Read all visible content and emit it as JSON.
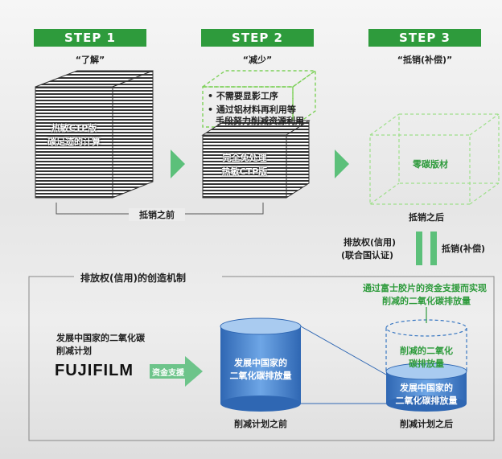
{
  "steps": [
    {
      "label": "STEP 1",
      "sub": "“了解”"
    },
    {
      "label": "STEP 2",
      "sub": "“减少”"
    },
    {
      "label": "STEP 3",
      "sub": "“抵销(补偿)”"
    }
  ],
  "step1": {
    "cube_line1": "热敏CTP版",
    "cube_line2": "碳足迹的计算"
  },
  "step2": {
    "bullet1": "不需要显影工序",
    "bullet2a": "通过铝材料再利用等",
    "bullet2b": "手段努力削减资源利用",
    "cube_line1": "完全免处理",
    "cube_line2": "热敏CTP版"
  },
  "step3": {
    "cube_label": "零碳版材"
  },
  "labels": {
    "before_offset": "抵销之前",
    "after_offset": "抵销之后",
    "emission_credit_a": "排放权(信用)",
    "emission_credit_b": "(联合国认证)",
    "offset_compensation": "抵销(补偿)"
  },
  "mechanism": {
    "title": "排放权(信用)的创造机制",
    "china_line1": "发展中国家的二氧化碳",
    "china_line2": "削减计划",
    "logo": "FUJIFILM",
    "funding": "资金支援",
    "cyl1_line1": "发展中国家的",
    "cyl1_line2": "二氧化碳排放量",
    "cyl1_caption": "削减计划之前",
    "note_line1": "通过富士胶片的资金支援而实现",
    "note_line2": "削减的二氧化碳排放量",
    "reduced_line1": "削减的二氧化",
    "reduced_line2": "碳排放量",
    "cyl2_line1": "发展中国家的",
    "cyl2_line2": "二氧化碳排放量",
    "cyl2_caption": "削减计划之后"
  },
  "colors": {
    "green": "#2e9b3c",
    "arrow_green": "#5cc07a",
    "blue": "#3a78c2",
    "light_green": "#9ee08a"
  }
}
